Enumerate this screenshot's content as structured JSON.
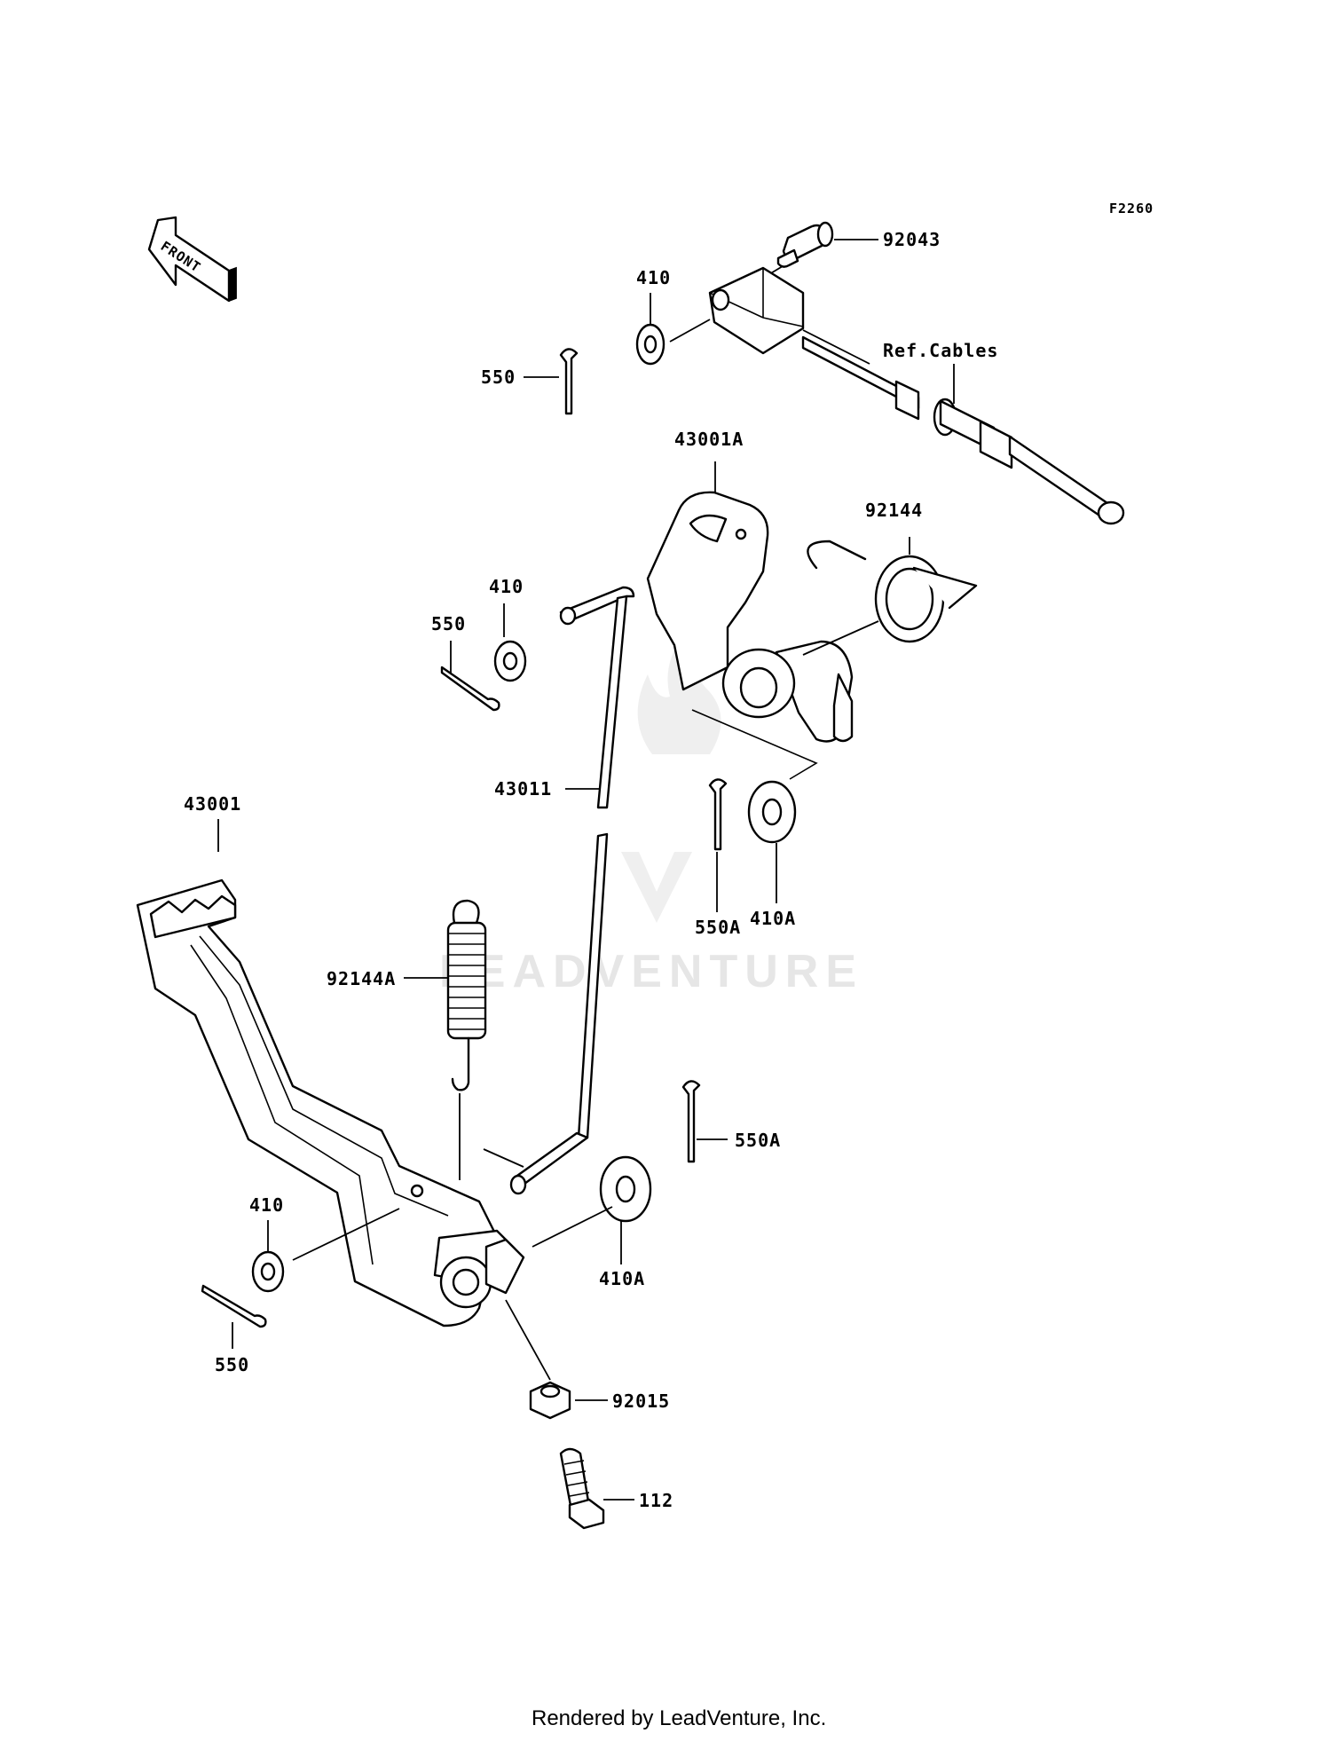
{
  "diagram": {
    "figure_code": "F2260",
    "front_marker": "FRONT",
    "footer": "Rendered by LeadVenture, Inc.",
    "watermark": "LEADVENTURE",
    "colors": {
      "ink": "#000000",
      "background": "#ffffff",
      "watermark": "#e6e6e6"
    },
    "callouts": [
      {
        "id": "c-92043",
        "label": "92043"
      },
      {
        "id": "c-410-top",
        "label": "410"
      },
      {
        "id": "c-550-top",
        "label": "550"
      },
      {
        "id": "c-ref-cables",
        "label": "Ref.Cables"
      },
      {
        "id": "c-43001a",
        "label": "43001A"
      },
      {
        "id": "c-92144",
        "label": "92144"
      },
      {
        "id": "c-410-mid",
        "label": "410"
      },
      {
        "id": "c-550-mid",
        "label": "550"
      },
      {
        "id": "c-43011",
        "label": "43011"
      },
      {
        "id": "c-410a-upper",
        "label": "410A"
      },
      {
        "id": "c-550a-upper",
        "label": "550A"
      },
      {
        "id": "c-43001",
        "label": "43001"
      },
      {
        "id": "c-92144a",
        "label": "92144A"
      },
      {
        "id": "c-550a-lower",
        "label": "550A"
      },
      {
        "id": "c-410-low",
        "label": "410"
      },
      {
        "id": "c-410a-lower",
        "label": "410A"
      },
      {
        "id": "c-550-low",
        "label": "550"
      },
      {
        "id": "c-92015",
        "label": "92015"
      },
      {
        "id": "c-112",
        "label": "112"
      }
    ]
  }
}
